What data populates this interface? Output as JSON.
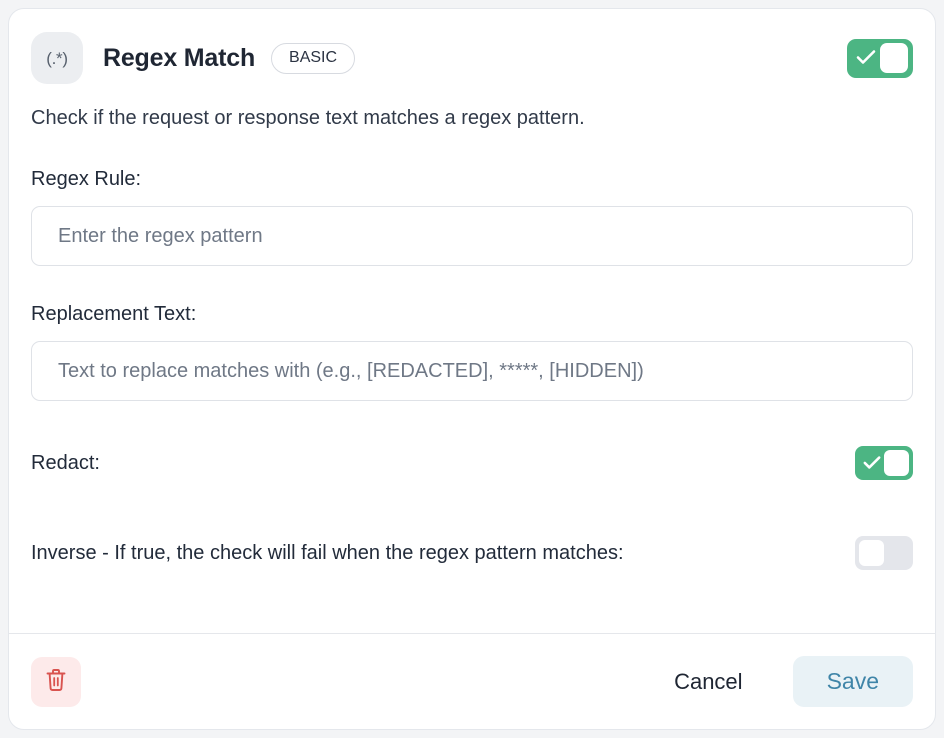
{
  "card": {
    "icon_glyph": "(.*)",
    "icon_name": "regex-icon",
    "title": "Regex Match",
    "badge": "BASIC",
    "description": "Check if the request or response text matches a regex pattern.",
    "enabled_toggle": {
      "label": "",
      "state": "on"
    }
  },
  "fields": {
    "regex_rule": {
      "label": "Regex Rule:",
      "value": "",
      "placeholder": "Enter the regex pattern"
    },
    "replacement_text": {
      "label": "Replacement Text:",
      "value": "",
      "placeholder": "Text to replace matches with (e.g., [REDACTED], *****, [HIDDEN])"
    },
    "redact": {
      "label": "Redact:",
      "state": "on"
    },
    "inverse": {
      "label": "Inverse - If true, the check will fail when the regex pattern matches:",
      "state": "off"
    }
  },
  "footer": {
    "delete_label": "delete",
    "cancel_label": "Cancel",
    "save_label": "Save"
  },
  "colors": {
    "toggle_on": "#4cb583",
    "toggle_off": "#e4e6eb",
    "save_text": "#3f85a8",
    "save_bg": "#e9f2f6",
    "delete_icon": "#d9534f",
    "delete_bg": "#fdeaea",
    "card_bg": "#ffffff",
    "page_bg": "#f3f4f6"
  }
}
